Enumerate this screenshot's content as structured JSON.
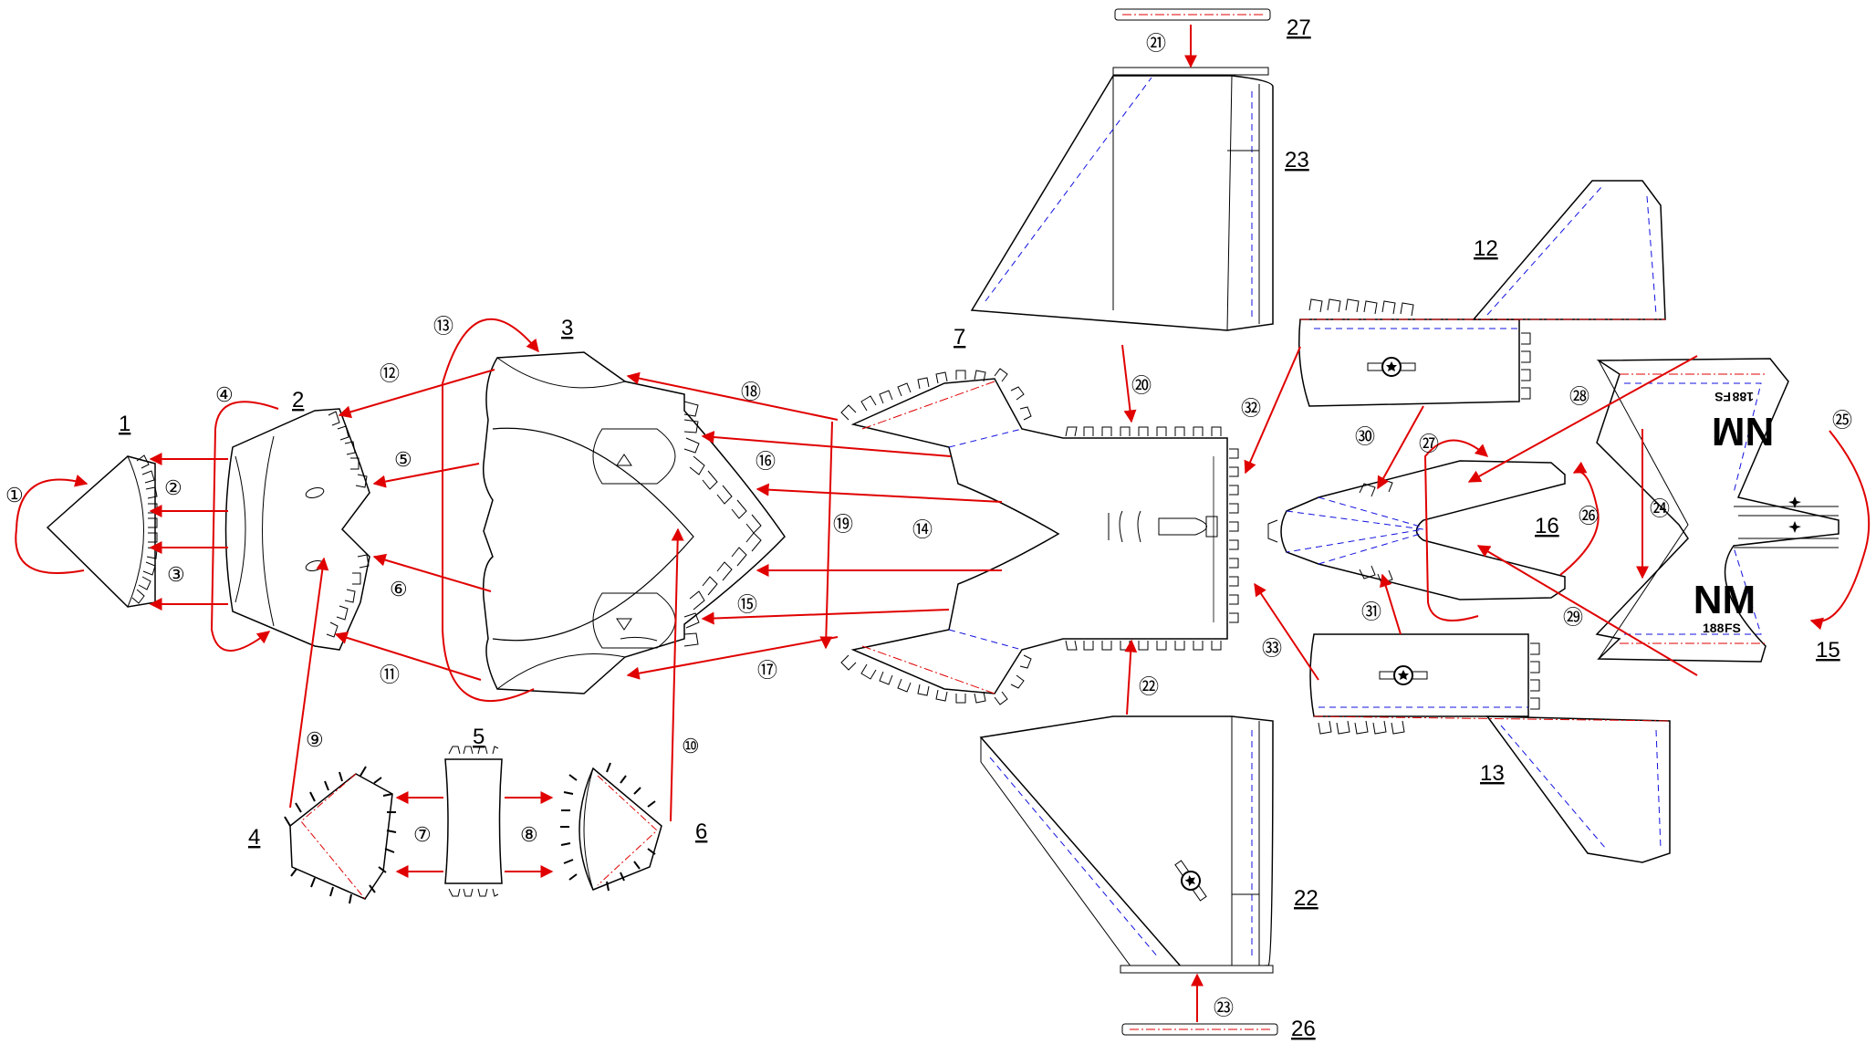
{
  "parts": [
    {
      "number": "1"
    },
    {
      "number": "2"
    },
    {
      "number": "3"
    },
    {
      "number": "4"
    },
    {
      "number": "5"
    },
    {
      "number": "6"
    },
    {
      "number": "7"
    },
    {
      "number": "12"
    },
    {
      "number": "13"
    },
    {
      "number": "15"
    },
    {
      "number": "16"
    },
    {
      "number": "22"
    },
    {
      "number": "23"
    },
    {
      "number": "26"
    },
    {
      "number": "27"
    }
  ],
  "steps": [
    "①",
    "②",
    "③",
    "④",
    "⑤",
    "⑥",
    "⑦",
    "⑧",
    "⑨",
    "⑩",
    "⑪",
    "⑫",
    "⑬",
    "⑭",
    "⑮",
    "⑯",
    "⑰",
    "⑱",
    "⑲",
    "⑳",
    "㉑",
    "㉒",
    "㉓",
    "㉔",
    "㉕",
    "㉖",
    "㉗",
    "㉘",
    "㉙",
    "㉚",
    "㉛",
    "㉜",
    "㉝"
  ],
  "markings": {
    "upper": "NM",
    "upper_small": "FS",
    "upper_code": "188",
    "lower": "NM",
    "lower_small": "FS",
    "lower_code": "188"
  },
  "colors": {
    "outline": "#000000",
    "arrow": "#e00000",
    "fold_valley": "#1010e0",
    "fold_mountain": "#e00000"
  },
  "icons": [
    "roundel-icon",
    "star-icon",
    "triangle-icon"
  ]
}
